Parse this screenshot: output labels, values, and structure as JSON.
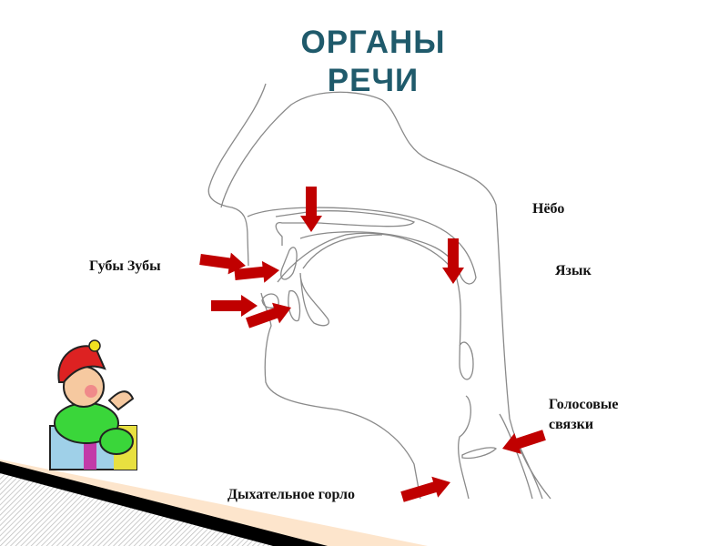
{
  "title": {
    "line1": "ОРГАНЫ",
    "line2": "РЕЧИ"
  },
  "labels": {
    "palate": "Нёбо",
    "tongue": "Язык",
    "lips_teeth": "Губы  Зубы",
    "vocal_cords_1": "Голосовые",
    "vocal_cords_2": "связки",
    "trachea": "Дыхательное горло"
  },
  "colors": {
    "title": "#1f5a6b",
    "arrow": "#c00000",
    "outline": "#8a8a8a"
  },
  "icons": [
    "gnome-illustration",
    "red-arrow"
  ]
}
